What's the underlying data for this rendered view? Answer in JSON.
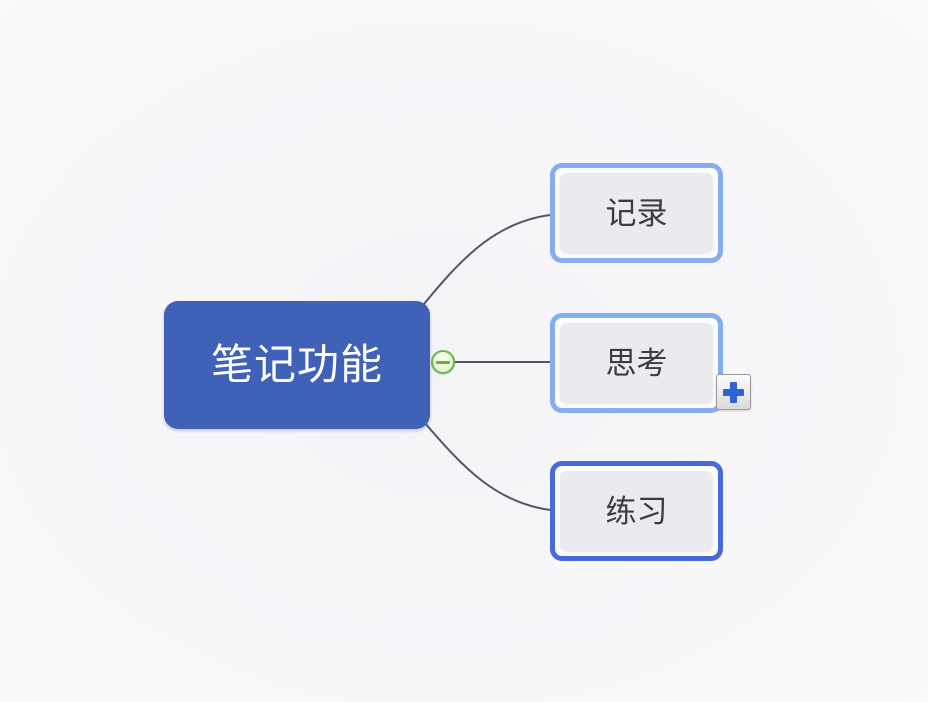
{
  "root_topic": {
    "label": "笔记功能",
    "fill_color": "#3f62b8",
    "text_color": "#ffffff"
  },
  "subtopics": [
    {
      "label": "记录",
      "border_color": "#85aef2"
    },
    {
      "label": "思考",
      "border_color": "#85aef2"
    },
    {
      "label": "练习",
      "border_color": "#4769df"
    }
  ],
  "collapse_toggle": {
    "glyph": "−",
    "border_color": "#67b54b"
  },
  "add_button": {
    "glyph": "+",
    "plus_color": "#2e63da"
  },
  "connectors": {
    "color": "#55555f"
  }
}
